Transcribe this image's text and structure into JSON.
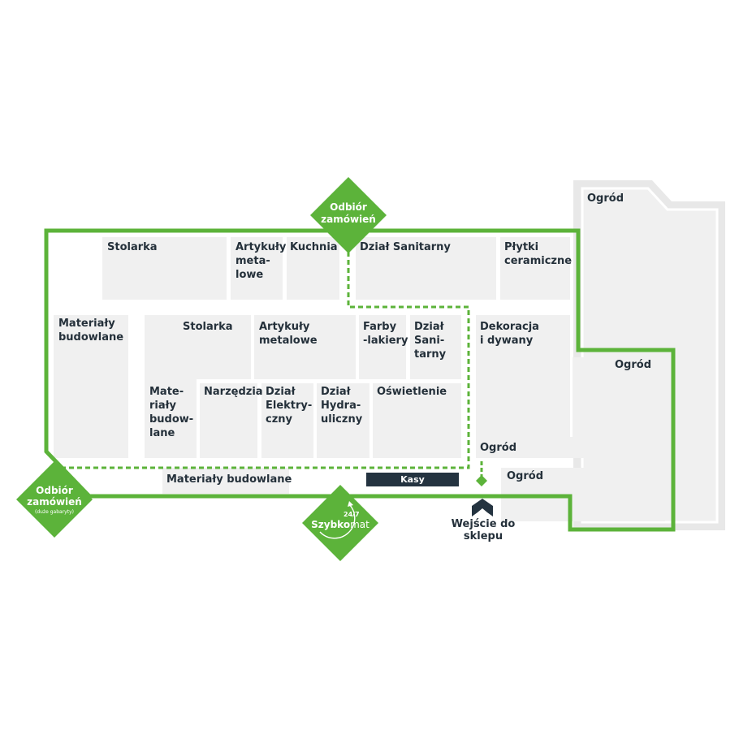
{
  "colors": {
    "accent": "#5cb33a",
    "zone": "#f0f0f0",
    "outer_zone": "#e6e6e6",
    "dark": "#243340"
  },
  "zones": [
    {
      "id": "stolarka-top",
      "label": "Stolarka"
    },
    {
      "id": "artykuly-metalowe-top",
      "label": "Artykuły\nmeta-\nlowe"
    },
    {
      "id": "kuchnia",
      "label": "Kuchnia"
    },
    {
      "id": "dzial-sanitarny-top",
      "label": "Dział Sanitarny"
    },
    {
      "id": "plytki",
      "label": "Płytki\nceramiczne"
    },
    {
      "id": "materialy-left",
      "label": "Materiały\nbudowlane"
    },
    {
      "id": "stolarka-mid",
      "label": "Stolarka"
    },
    {
      "id": "artykuly-metalowe-mid",
      "label": "Artykuły\nmetalowe"
    },
    {
      "id": "farby",
      "label": "Farby\n-lakiery"
    },
    {
      "id": "dzial-sanitarny-mid",
      "label": "Dział\nSani-\ntarny"
    },
    {
      "id": "dekoracja",
      "label": "Dekoracja\ni dywany"
    },
    {
      "id": "materialy-mid",
      "label": "Mate-\nriały\nbudow-\nlane"
    },
    {
      "id": "narzedzia",
      "label": "Narzędzia"
    },
    {
      "id": "dzial-elektryczny",
      "label": "Dział\nElektry-\nczny"
    },
    {
      "id": "dzial-hydrauliczny",
      "label": "Dział\nHydra-\nuliczny"
    },
    {
      "id": "oswietlenie",
      "label": "Oświetlenie"
    },
    {
      "id": "ogrod-small",
      "label": "Ogród"
    },
    {
      "id": "ogrod-bottom",
      "label": "Ogród"
    },
    {
      "id": "ogrod-right",
      "label": "Ogród"
    },
    {
      "id": "ogrod-top",
      "label": "Ogród"
    },
    {
      "id": "materialy-bottom",
      "label": "Materiały budowlane"
    }
  ],
  "diamonds": {
    "top": {
      "label": "Odbiór\nzamówień"
    },
    "left": {
      "label": "Odbiór\nzamówień",
      "note": "(duże gabaryty)"
    },
    "bottom": {
      "brand_a": "Szybko",
      "brand_b": "mat",
      "badge": "24/7"
    }
  },
  "kasy": "Kasy",
  "entrance": "Wejście do sklepu"
}
